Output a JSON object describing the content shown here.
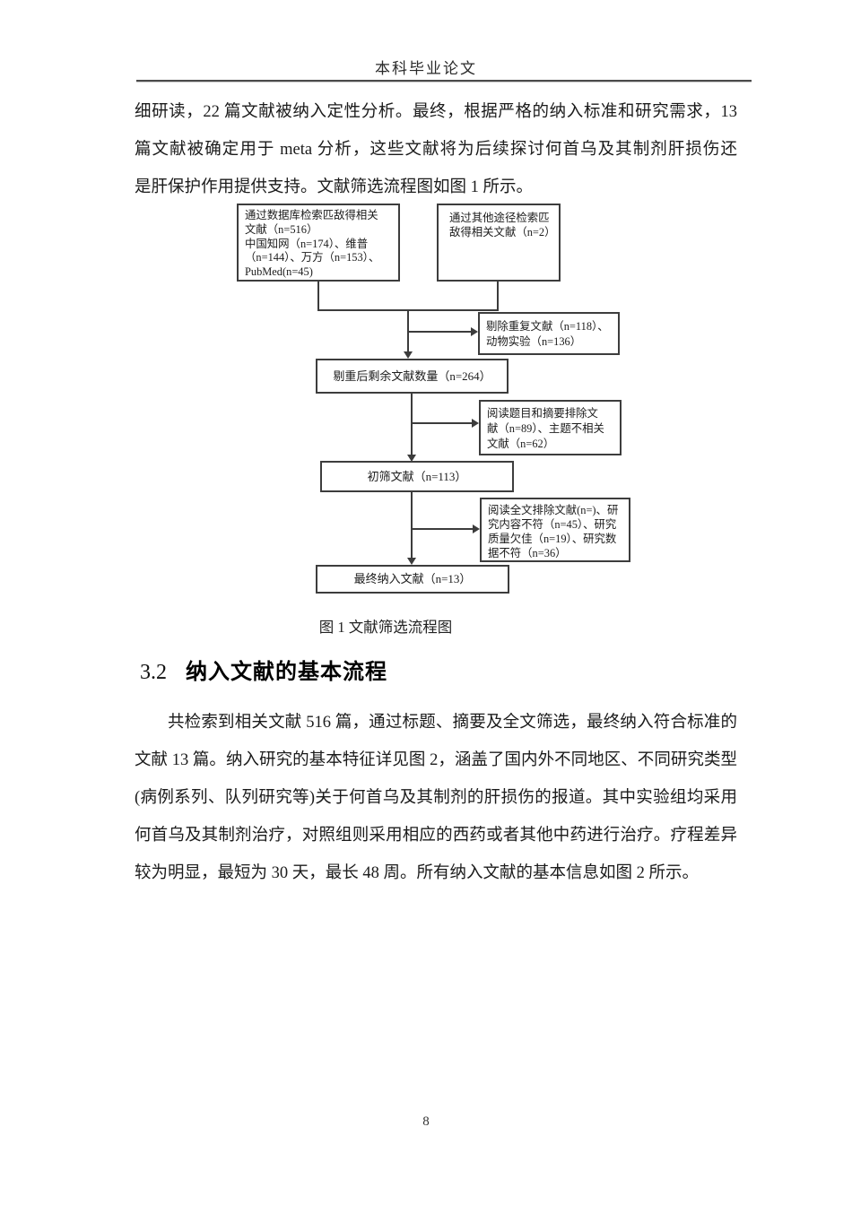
{
  "header": {
    "title": "本科毕业论文"
  },
  "paragraph1": {
    "lines": [
      "细研读，22 篇文献被纳入定性分析。最终，根据严格的纳入标准和研究需求，13",
      "篇文献被确定用于 meta 分析，这些文献将为后续探讨何首乌及其制剂肝损伤还",
      "是肝保护作用提供支持。文献筛选流程图如图 1 所示。"
    ]
  },
  "flowchart": {
    "boxes": {
      "database": {
        "lines": [
          "通过数据库检索匹敌得相关",
          "文献（n=516）",
          "中国知网（n=174）、维普",
          "（n=144）、万方（n=153）、",
          "PubMed(n=45)"
        ]
      },
      "other_sources": {
        "lines": [
          "通过其他途径检索匹",
          "敌得相关文献（n=2）"
        ]
      },
      "duplicates_removed": {
        "lines": [
          "剔除重复文献（n=118）、",
          "动物实验（n=136）"
        ]
      },
      "after_dedup": {
        "label": "剔重后剩余文献数量（n=264）"
      },
      "title_abstract_excluded": {
        "lines": [
          "阅读题目和摘要排除文",
          "献（n=89）、主题不相关",
          "文献（n=62）"
        ]
      },
      "initial_screen": {
        "label": "初筛文献（n=113）"
      },
      "fulltext_excluded": {
        "lines": [
          "阅读全文排除文献(n=)、研",
          "究内容不符（n=45）、研究",
          "质量欠佳（n=19）、研究数",
          "据不符（n=36）"
        ]
      },
      "final_included": {
        "label": "最终纳入文献（n=13）"
      }
    },
    "caption": "图 1  文献筛选流程图"
  },
  "section": {
    "number": "3.2",
    "title": "纳入文献的基本流程"
  },
  "paragraph2": {
    "lines": [
      "共检索到相关文献 516 篇，通过标题、摘要及全文筛选，最终纳入符合标准的",
      "文献 13 篇。纳入研究的基本特征详见图 2，涵盖了国内外不同地区、不同研究类型",
      "(病例系列、队列研究等)关于何首乌及其制剂的肝损伤的报道。其中实验组均采用",
      "何首乌及其制剂治疗，对照组则采用相应的西药或者其他中药进行治疗。疗程差异",
      "较为明显，最短为 30 天，最长 48 周。所有纳入文献的基本信息如图 2 所示。"
    ]
  },
  "footer": {
    "page_number": "8"
  }
}
